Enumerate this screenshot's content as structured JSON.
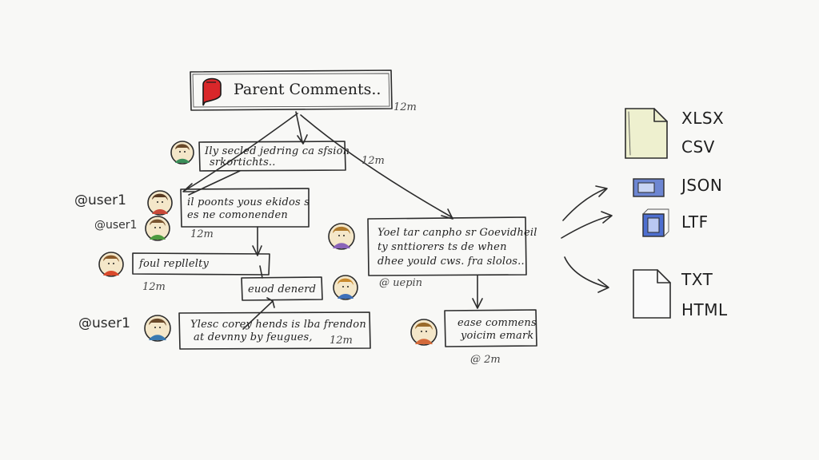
{
  "parent": {
    "title": "Parent Comments..",
    "time": "12m"
  },
  "comments": [
    {
      "id": "c1",
      "lines": [
        "Ily secled jedring ca sfsion",
        "srkortichts.."
      ],
      "time": "12m"
    },
    {
      "id": "c2",
      "user": "@user1",
      "lines": [
        "il poonts yous ekidos s",
        "es ne comonenden"
      ],
      "time": "12m"
    },
    {
      "id": "c3",
      "lines": [
        "foul repllelty"
      ],
      "time": "12m"
    },
    {
      "id": "c4",
      "lines": [
        "euod denerd"
      ]
    },
    {
      "id": "c5",
      "user": "@user1",
      "lines": [
        "Ylesc corey hends is lba frendon",
        "at devnny by feugues,"
      ],
      "time": "12m"
    },
    {
      "id": "c6",
      "lines": [
        "Yoel tar canpho sr Goevidheil",
        "ty snttiorers ts de when",
        "dhee yould cws. fra slolos.."
      ],
      "user": "@ uepin"
    },
    {
      "id": "c7",
      "lines": [
        "ease commens",
        "yoicim emark"
      ],
      "time": "@ 2m"
    }
  ],
  "user_small": "@user1",
  "formats": [
    "XLSX",
    "CSV",
    "JSON",
    "LTF",
    "TXT",
    "HTML"
  ],
  "colors": {
    "ink": "#2c2c2c",
    "paper": "#f8f8f6",
    "file_yellow": "#eef0cf",
    "file_blue": "#6d86d2",
    "bubble_red": "#d9272a"
  }
}
